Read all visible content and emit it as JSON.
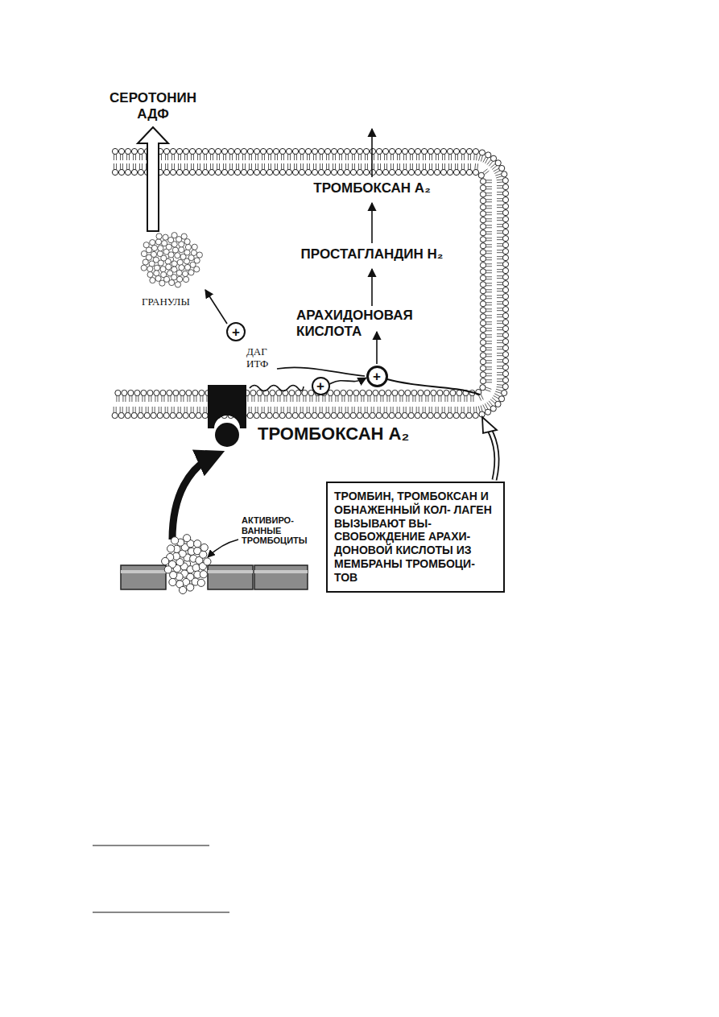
{
  "diagram": {
    "nodes": [
      {
        "text": [
          "+"
        ]
      },
      {
        "text": [
          "+"
        ]
      },
      {
        "text": [
          "+"
        ]
      },
      {
        "text": [
          "ТРОМБИН, ТРОМБОКСАН И ОБНАЖЕННЫЙ КОЛ- ЛАГЕН ВЫЗЫВАЮТ ВЫ- СВОБОЖДЕНИЕ АРАХИ- ДОНОВОЙ КИСЛОТЫ ИЗ МЕМБРАНЫ ТРОМБОЦИ- ТОВ"
        ]
      }
    ],
    "edges": [
      {
        "from": 1,
        "to": 2,
        "arrow": "to"
      }
    ],
    "labels": [
      "СЕРОТОНИН АДФ",
      "ТРОМБОКСАН А₂",
      "ПРОСТАГЛАНДИН Н₂",
      "ГРАНУЛЫ",
      "ДАГ ИТФ",
      "АРАХИДОНОВАЯ КИСЛОТА",
      "ТРОМБОКСАН А₂",
      "АКТИВИРО- ВАННЫЕ ТРОМБОЦИТЫ"
    ]
  }
}
